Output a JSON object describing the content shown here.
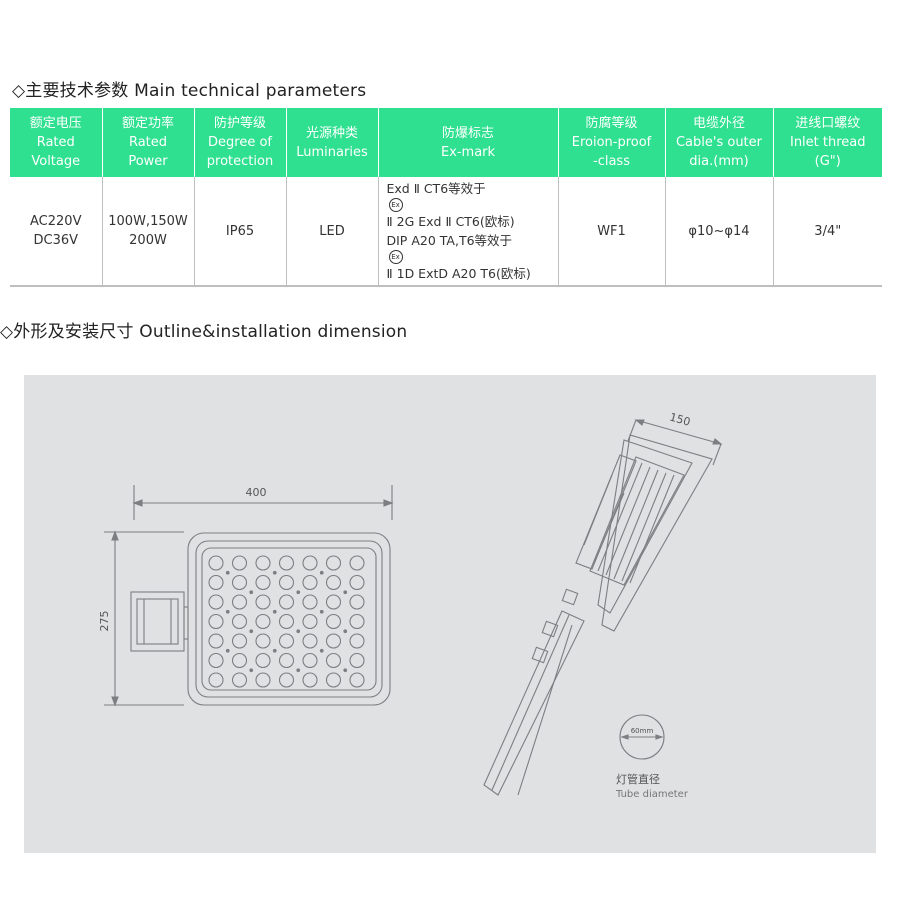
{
  "section1": {
    "title": "◇主要技术参数 Main technical parameters"
  },
  "table": {
    "headers": [
      {
        "cn": "额定电压",
        "en1": "Rated",
        "en2": "Voltage"
      },
      {
        "cn": "额定功率",
        "en1": "Rated",
        "en2": "Power"
      },
      {
        "cn": "防护等级",
        "en1": "Degree of",
        "en2": "protection"
      },
      {
        "cn": "光源种类",
        "en1": "Luminaries",
        "en2": ""
      },
      {
        "cn": "防爆标志",
        "en1": "Ex-mark",
        "en2": ""
      },
      {
        "cn": "防腐等级",
        "en1": "Eroion-proof",
        "en2": "-class"
      },
      {
        "cn": "电缆外径",
        "en1": "Cable's outer",
        "en2": "dia.(mm)"
      },
      {
        "cn": "进线口螺纹",
        "en1": "Inlet thread",
        "en2": "(G\")"
      }
    ],
    "row": {
      "voltage": [
        "AC220V",
        "DC36V"
      ],
      "power": [
        "100W,150W",
        "200W"
      ],
      "protection": "IP65",
      "luminaries": "LED",
      "exmark": [
        "Exd Ⅱ CT6等效于",
        "Ⅱ 2G Exd Ⅱ CT6(欧标)",
        "DIP A20 TA,T6等效于",
        "Ⅱ 1D ExtD A20 T6(欧标)"
      ],
      "exmark_symbol": "Ex",
      "corrosion": "WF1",
      "cable": "φ10~φ14",
      "thread": "3/4\""
    }
  },
  "section2": {
    "title": "◇外形及安装尺寸 Outline&installation dimension"
  },
  "drawing": {
    "dim_width": "400",
    "dim_height": "275",
    "dim_depth": "150",
    "tube_dia": "60mm",
    "tube_label_cn": "灯管直径",
    "tube_label_en": "Tube diameter"
  }
}
